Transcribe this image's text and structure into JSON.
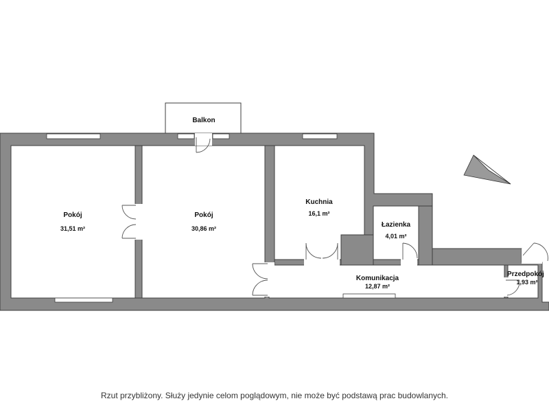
{
  "plan": {
    "rooms": [
      {
        "id": "balkon",
        "label": "Balkon",
        "area": ""
      },
      {
        "id": "pokoj1",
        "label": "Pokój",
        "area": "31,51 m²"
      },
      {
        "id": "pokoj2",
        "label": "Pokój",
        "area": "30,86 m²"
      },
      {
        "id": "kuchnia",
        "label": "Kuchnia",
        "area": "16,1 m²"
      },
      {
        "id": "lazienka",
        "label": "Łazienka",
        "area": "4,01 m²"
      },
      {
        "id": "komunikacja",
        "label": "Komunikacja",
        "area": "12,87 m²"
      },
      {
        "id": "przedpokoj",
        "label": "Przedpokój",
        "area": "1,93 m²"
      }
    ],
    "colors": {
      "wall": "#8a8a8a",
      "outline": "#3d3d3d",
      "background": "#ffffff"
    },
    "north_arrow_icon": "north-arrow-icon"
  },
  "footer": {
    "disclaimer": "Rzut przybliżony. Służy jedynie celom poglądowym, nie może być podstawą prac budowlanych."
  }
}
